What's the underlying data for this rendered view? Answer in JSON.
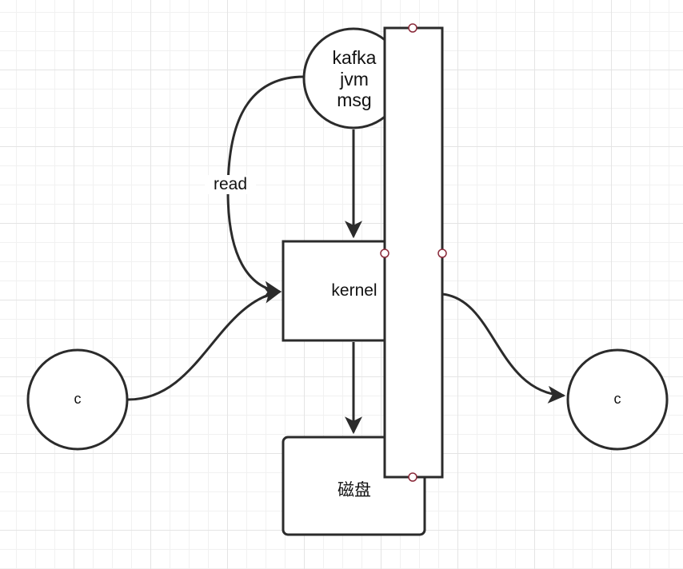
{
  "nodes": {
    "kafka_jvm_msg": {
      "lines": [
        "kafka",
        "jvm",
        "msg"
      ]
    },
    "kernel": {
      "label": "kernel"
    },
    "disk": {
      "label": "磁盘"
    },
    "consumer_left": {
      "label": "c"
    },
    "consumer_right": {
      "label": "c"
    }
  },
  "edges": {
    "read": {
      "label": "read"
    }
  },
  "colors": {
    "stroke": "#2b2b2b",
    "handle": "#8a2a3a",
    "fill": "#ffffff"
  }
}
